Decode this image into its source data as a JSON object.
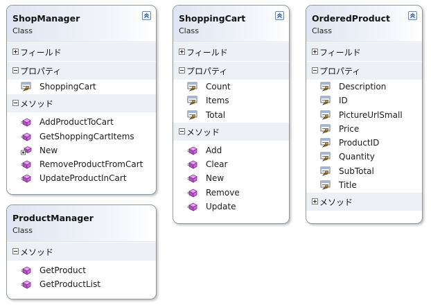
{
  "classes": {
    "shop_manager": {
      "name": "ShopManager",
      "kind": "Class",
      "sections": {
        "fields": {
          "label": "フィールド",
          "collapsed": true
        },
        "properties": {
          "label": "プロパティ",
          "collapsed": false,
          "items": [
            "ShoppingCart"
          ]
        },
        "methods": {
          "label": "メソッド",
          "collapsed": false,
          "items": [
            "AddProductToCart",
            "GetShoppingCartItems",
            "New",
            "RemoveProductFromCart",
            "UpdateProductInCart"
          ]
        }
      }
    },
    "shopping_cart": {
      "name": "ShoppingCart",
      "kind": "Class",
      "sections": {
        "fields": {
          "label": "フィールド",
          "collapsed": true
        },
        "properties": {
          "label": "プロパティ",
          "collapsed": false,
          "items": [
            "Count",
            "Items",
            "Total"
          ]
        },
        "methods": {
          "label": "メソッド",
          "collapsed": false,
          "items": [
            "Add",
            "Clear",
            "New",
            "Remove",
            "Update"
          ]
        }
      }
    },
    "ordered_product": {
      "name": "OrderedProduct",
      "kind": "Class",
      "sections": {
        "fields": {
          "label": "フィールド",
          "collapsed": true
        },
        "properties": {
          "label": "プロパティ",
          "collapsed": false,
          "items": [
            "Description",
            "ID",
            "PictureUrlSmall",
            "Price",
            "ProductID",
            "Quantity",
            "SubTotal",
            "Title"
          ]
        },
        "methods": {
          "label": "メソッド",
          "collapsed": true
        }
      }
    },
    "product_manager": {
      "name": "ProductManager",
      "kind": "Class",
      "sections": {
        "methods": {
          "label": "メソッド",
          "collapsed": false,
          "items": [
            "GetProduct",
            "GetProductList"
          ]
        }
      }
    }
  },
  "icons": {
    "property": "property-icon",
    "method": "method-icon",
    "constructor": "constructor-icon",
    "expand": "expand-icon",
    "collapse": "collapse-icon",
    "collapse_chevron": "double-chevron-up-icon"
  },
  "colors": {
    "header_gradient_start": "#dfe5f1",
    "section_band": "#edf0f5",
    "border": "#8e97a8",
    "method_icon": "#b04fc1"
  }
}
